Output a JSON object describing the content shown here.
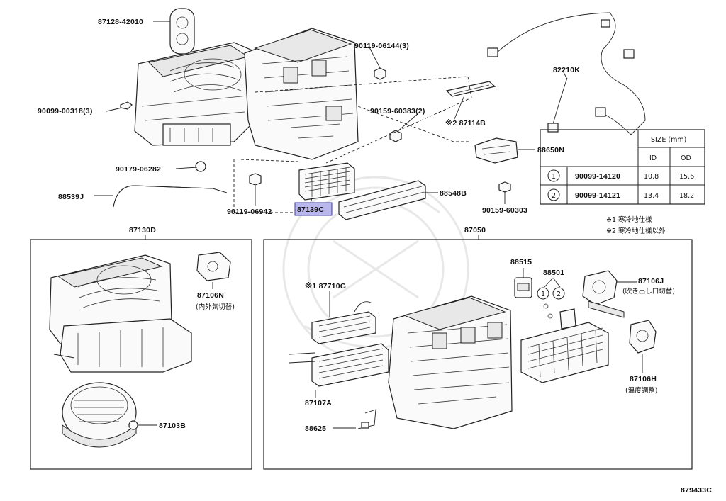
{
  "diagram_code": "879433C",
  "highlighted_part": "87139C",
  "labels": {
    "p87128": "87128-42010",
    "p90119a": "90119-06144(3)",
    "p90099": "90099-00318(3)",
    "p82210": "82210K",
    "p90159a": "90159-60383(2)",
    "p87114": "※2 87114B",
    "p88650": "88650N",
    "p90179": "90179-06282",
    "p88539": "88539J",
    "p90119b": "90119-06942",
    "p87139": "87139C",
    "p88548": "88548B",
    "p90159b": "90159-60303",
    "p87130": "87130D",
    "p87050": "87050",
    "p87106n": "87106N",
    "p87106n_note": "(内外気切替)",
    "p87103": "87103B",
    "p87710": "※1 87710G",
    "p87107": "87107A",
    "p88625": "88625",
    "p88515": "88515",
    "p88501": "88501",
    "p87106j": "87106J",
    "p87106j_note": "(吹き出し口切替)",
    "p87106h": "87106H",
    "p87106h_note": "(温度調整)"
  },
  "notes": {
    "n1": "※1 寒冷地仕様",
    "n2": "※2 寒冷地仕様以外"
  },
  "size_table": {
    "title": "SIZE (mm)",
    "col_id": "ID",
    "col_od": "OD",
    "rows": [
      {
        "mark": "1",
        "part": "90099-14120",
        "id": "10.8",
        "od": "15.6"
      },
      {
        "mark": "2",
        "part": "90099-14121",
        "id": "13.4",
        "od": "18.2"
      }
    ]
  },
  "callouts": {
    "c1": "1",
    "c2": "2"
  }
}
